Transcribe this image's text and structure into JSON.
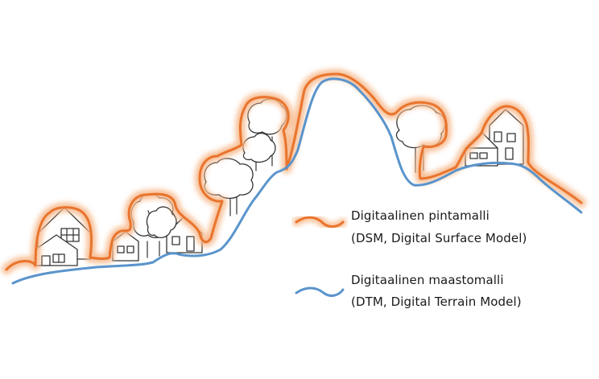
{
  "colors": {
    "dsm": "#e9742d",
    "dsm_glow": "#f7b98c",
    "dtm": "#5a94cc",
    "sketch": "#333333",
    "background": "#ffffff"
  },
  "legend": {
    "dsm": {
      "line1": "Digitaalinen pintamalli",
      "line2": "(DSM, Digital Surface Model)",
      "swatch_color": "#e9742d"
    },
    "dtm": {
      "line1": "Digitaalinen maastomalli",
      "line2": "(DTM, Digital Terrain Model)",
      "swatch_color": "#5a94cc"
    }
  }
}
